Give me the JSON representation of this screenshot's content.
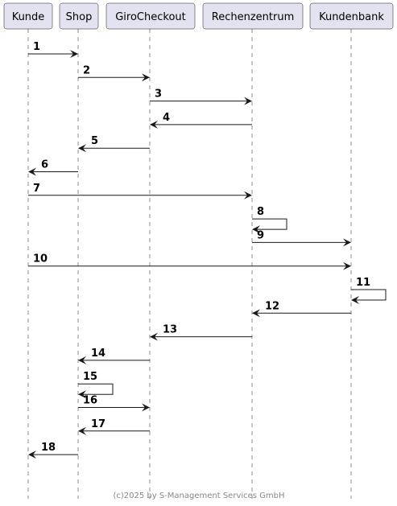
{
  "participants": [
    {
      "id": "kunde",
      "label": "Kunde"
    },
    {
      "id": "shop",
      "label": "Shop"
    },
    {
      "id": "girocheckout",
      "label": "GiroCheckout"
    },
    {
      "id": "rechenzentrum",
      "label": "Rechenzentrum"
    },
    {
      "id": "kundenbank",
      "label": "Kundenbank"
    }
  ],
  "messages": [
    {
      "number": "1",
      "from": "kunde",
      "to": "shop"
    },
    {
      "number": "2",
      "from": "shop",
      "to": "girocheckout"
    },
    {
      "number": "3",
      "from": "girocheckout",
      "to": "rechenzentrum"
    },
    {
      "number": "4",
      "from": "rechenzentrum",
      "to": "girocheckout"
    },
    {
      "number": "5",
      "from": "girocheckout",
      "to": "shop"
    },
    {
      "number": "6",
      "from": "shop",
      "to": "kunde"
    },
    {
      "number": "7",
      "from": "kunde",
      "to": "rechenzentrum"
    },
    {
      "number": "8",
      "from": "rechenzentrum",
      "to": "rechenzentrum"
    },
    {
      "number": "9",
      "from": "rechenzentrum",
      "to": "kundenbank"
    },
    {
      "number": "10",
      "from": "kunde",
      "to": "kundenbank"
    },
    {
      "number": "11",
      "from": "kundenbank",
      "to": "kundenbank"
    },
    {
      "number": "12",
      "from": "kundenbank",
      "to": "rechenzentrum"
    },
    {
      "number": "13",
      "from": "rechenzentrum",
      "to": "girocheckout"
    },
    {
      "number": "14",
      "from": "girocheckout",
      "to": "shop"
    },
    {
      "number": "15",
      "from": "shop",
      "to": "shop"
    },
    {
      "number": "16",
      "from": "shop",
      "to": "girocheckout"
    },
    {
      "number": "17",
      "from": "girocheckout",
      "to": "shop"
    },
    {
      "number": "18",
      "from": "shop",
      "to": "kunde"
    }
  ],
  "footer": "(c)2025 by S-Management Services GmbH",
  "colors": {
    "participant_fill": "#e2e2f0",
    "line": "#181818",
    "footer_text": "#888888"
  }
}
